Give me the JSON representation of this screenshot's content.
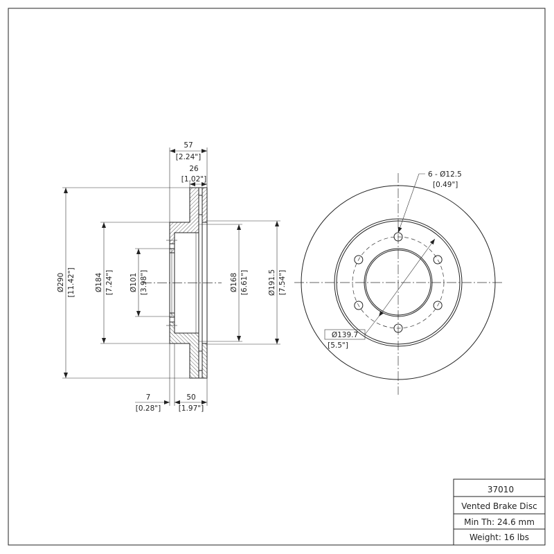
{
  "side_view": {
    "overall_width": {
      "mm": "57",
      "in": "[2.24\"]"
    },
    "disc_thickness": {
      "mm": "26",
      "in": "[1.02\"]"
    },
    "outer_diameter": {
      "mm": "Ø290",
      "in": "[11.42\"]"
    },
    "hat_diameter": {
      "mm": "Ø184",
      "in": "[7.24\"]"
    },
    "center_bore": {
      "mm": "Ø101",
      "in": "[3.98\"]"
    },
    "inner_diameter": {
      "mm": "Ø168",
      "in": "[6.61\"]"
    },
    "inner_vent_diameter": {
      "mm": "Ø191.5",
      "in": "[7.54\"]"
    },
    "hat_thickness": {
      "mm": "7",
      "in": "[0.28\"]"
    },
    "hat_height": {
      "mm": "50",
      "in": "[1.97\"]"
    }
  },
  "front_view": {
    "bolt_holes": {
      "mm": "6 - Ø12.5",
      "in": "[0.49\"]"
    },
    "bolt_circle": {
      "mm": "Ø139.7",
      "in": "[5.5\"]"
    }
  },
  "title_block": {
    "part_number": "37010",
    "description": "Vented Brake Disc",
    "min_thickness": "Min Th: 24.6 mm",
    "weight": "Weight: 16 lbs"
  }
}
